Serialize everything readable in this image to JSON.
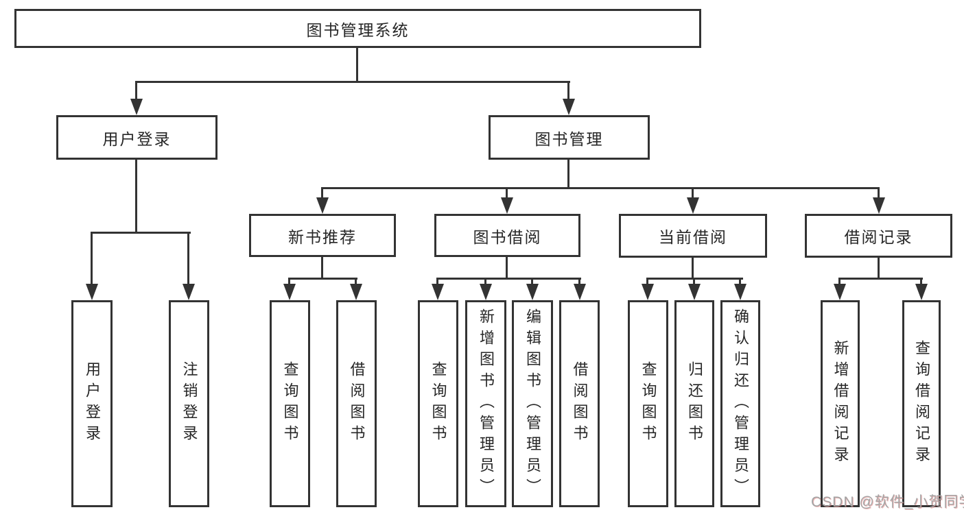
{
  "tree": {
    "root": "图书管理系统",
    "login_branch": {
      "label": "用户登录",
      "leaves": [
        "用户登录",
        "注销登录"
      ]
    },
    "mgmt_branch": {
      "label": "图书管理",
      "groups": [
        {
          "label": "新书推荐",
          "leaves": [
            "查询图书",
            "借阅图书"
          ]
        },
        {
          "label": "图书借阅",
          "leaves": [
            "查询图书",
            "新增图书（管理员）",
            "编辑图书（管理员）",
            "借阅图书"
          ]
        },
        {
          "label": "当前借阅",
          "leaves": [
            "查询图书",
            "归还图书",
            "确认归还（管理员）"
          ]
        },
        {
          "label": "借阅记录",
          "leaves": [
            "新增借阅记录",
            "查询借阅记录"
          ]
        }
      ]
    }
  },
  "watermark": "CSDN @软件_小贺同学",
  "colors": {
    "line": "#333333",
    "text": "#262626",
    "background": "#ffffff",
    "watermark": "#a5a5a5"
  }
}
